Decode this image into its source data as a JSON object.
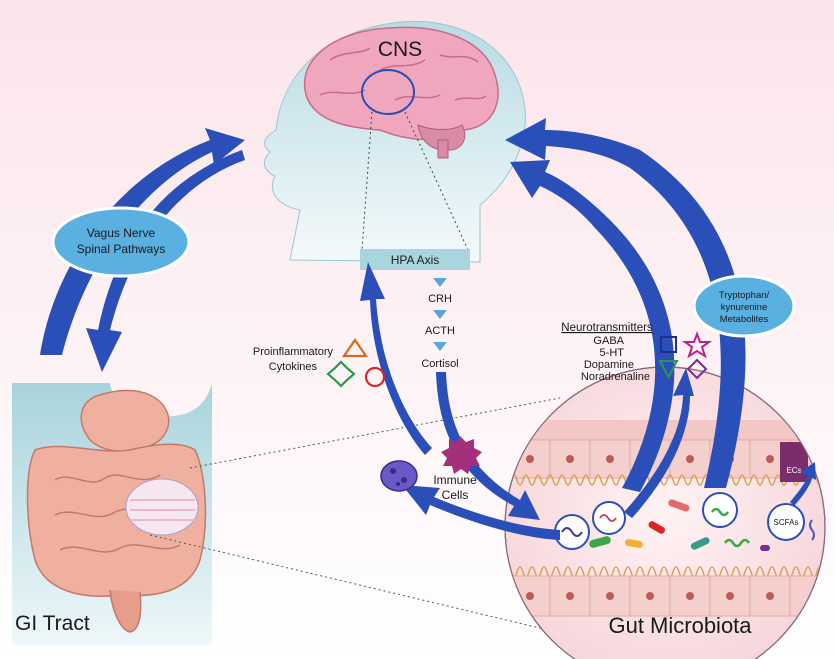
{
  "labels": {
    "cns": "CNS",
    "vagus_line1": "Vagus Nerve",
    "vagus_line2": "Spinal Pathways",
    "hpa_axis": "HPA Axis",
    "crh": "CRH",
    "acth": "ACTH",
    "cortisol": "Cortisol",
    "proinflammatory_line1": "Proinflammatory",
    "proinflammatory_line2": "Cytokines",
    "immune_line1": "Immune",
    "immune_line2": "Cells",
    "neurotransmitters_title": "Neurotransmitters",
    "neurotransmitters": [
      "GABA",
      "5-HT",
      "Dopamine",
      "Noradrenaline"
    ],
    "tryptophan_line1": "Tryptophan/",
    "tryptophan_line2": "kynurenine",
    "tryptophan_line3": "Metabolites",
    "scfas": "SCFAs",
    "ecs": "ECs",
    "gi_tract": "GI Tract",
    "gut_microbiota": "Gut Microbiota"
  },
  "colors": {
    "arrow_blue": "#2a4fb8",
    "head_fill": "#cfe6ec",
    "brain_pink": "#f0a7bd",
    "gut_pink": "#efb0a0",
    "hpa_box": "#a9d6dc",
    "shape_orange": "#d9691f",
    "shape_red": "#d9252a",
    "shape_green": "#2a9a4a",
    "shape_navy": "#1f2f8a",
    "shape_magenta": "#c0208a",
    "shape_purple": "#7a2d8a"
  }
}
